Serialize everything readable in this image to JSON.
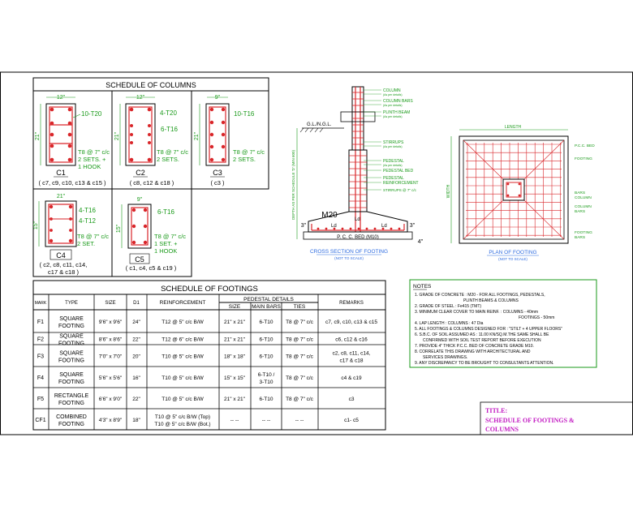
{
  "colors": {
    "frame": "#000000",
    "bar": "#d9262a",
    "annotation_green": "#1a9a1a",
    "title_magenta": "#c218c2",
    "ties": "#d9262a"
  },
  "columns": {
    "title": "SCHEDULE OF COLUMNS",
    "c1": {
      "dim_w": "12\"",
      "dim_d": "21\"",
      "bars": "10-T20",
      "ties": "T8 @ 7\" c/c",
      "extra": "2 SETS. +",
      "hook": "1 HOOK",
      "name": "C1",
      "locations": "( c7, c9, c10, c13 & c15 )"
    },
    "c2": {
      "dim_w": "12\"",
      "dim_d": "21\"",
      "bars": "4-T20",
      "bars2": "6-T16",
      "ties": "T8 @ 7\" c/c",
      "extra": "2 SETS.",
      "name": "C2",
      "locations": "( c8, c12 & c18 )"
    },
    "c3": {
      "dim_w": "9\"",
      "dim_d": "21\"",
      "bars": "10-T16",
      "ties": "T8 @ 7\" c/c",
      "extra": "2 SETS.",
      "name": "C3",
      "locations": "( c3 )"
    },
    "c4": {
      "dim_w": "21\"",
      "dim_d": "15\"",
      "bars": "4-T16",
      "bars2": "4-T12",
      "ties": "T8 @ 7\" c/c",
      "extra": "2 SET.",
      "name": "C4",
      "locations": "( c2, c8, c11, c14,",
      "locations2": "c17 & c18 )"
    },
    "c5": {
      "dim_w": "9\"",
      "dim_d": "15\"",
      "bars": "6-T16",
      "ties": "T8 @ 7\" c/c",
      "extra": "1 SET. +",
      "hook": "1 HOOK",
      "name": "C5",
      "locations": "( c1, c4, c5 & c19 )"
    }
  },
  "footings": {
    "title": "SCHEDULE OF FOOTINGS",
    "headers": {
      "mark": "MARK",
      "type": "TYPE",
      "size": "SIZE",
      "d1": "D1",
      "reinf": "REINFORCEMENT",
      "pedestal": "PEDESTAL DETAILS",
      "psize": "SIZE",
      "mainbars": "MAIN BARS",
      "ties": "TIES",
      "remarks": "REMARKS"
    },
    "rows": [
      {
        "mark": "F1",
        "type1": "SQUARE",
        "type2": "FOOTING",
        "size": "9'6\" x 9'6\"",
        "d1": "24\"",
        "reinf": "T12 @ 5\" c/c B/W",
        "reinf2": "",
        "psize": "21\" x 21\"",
        "main": "6-T10",
        "main2": "",
        "ties": "T8 @ 7\" c/c",
        "remarks": "c7, c9, c10, c13 & c15"
      },
      {
        "mark": "F2",
        "type1": "SQUARE",
        "type2": "FOOTING",
        "size": "8'6\" x 8'6\"",
        "d1": "22\"",
        "reinf": "T12 @ 6\" c/c B/W",
        "reinf2": "",
        "psize": "21\" x 21\"",
        "main": "6-T10",
        "main2": "",
        "ties": "T8 @ 7\" c/c",
        "remarks": "c6, c12 & c16"
      },
      {
        "mark": "F3",
        "type1": "SQUARE",
        "type2": "FOOTING",
        "size": "7'0\" x 7'0\"",
        "d1": "20\"",
        "reinf": "T10 @ 5\" c/c B/W",
        "reinf2": "",
        "psize": "18\" x 18\"",
        "main": "6-T10",
        "main2": "",
        "ties": "T8 @ 7\" c/c",
        "remarks": "c2, c8, c11, c14,",
        "remarks2": "c17 & c18"
      },
      {
        "mark": "F4",
        "type1": "SQUARE",
        "type2": "FOOTING",
        "size": "5'6\" x 5'6\"",
        "d1": "16\"",
        "reinf": "T10 @ 5\" c/c B/W",
        "reinf2": "",
        "psize": "15\" x 15\"",
        "main": "6-T10 /",
        "main2": "3-T10",
        "ties": "T8 @ 7\" c/c",
        "remarks": "c4 & c19"
      },
      {
        "mark": "F5",
        "type1": "RECTANGLE",
        "type2": "FOOTING",
        "size": "6'6\" x 9'0\"",
        "d1": "22\"",
        "reinf": "T10 @ 5\" c/c B/W",
        "reinf2": "",
        "psize": "21\" x 21\"",
        "main": "6-T10",
        "main2": "",
        "ties": "T8 @ 7\" c/c",
        "remarks": "c3"
      },
      {
        "mark": "CF1",
        "type1": "COMBINED",
        "type2": "FOOTING",
        "size": "4'3\" x 8'9\"",
        "d1": "18\"",
        "reinf": "T10 @ 5\" c/c B/W (Top)",
        "reinf2": "T10 @ 5\" c/c B/W (Bot.)",
        "psize": "-- --",
        "main": "-- --",
        "main2": "",
        "ties": "-- --",
        "remarks": "c1- c5"
      }
    ]
  },
  "section": {
    "title": "CROSS SECTION OF FOOTING",
    "scale": "(NOT TO SCALE)",
    "labels": [
      "COLUMN",
      "(As per details)",
      "COLUMN BARS",
      "(As per details)",
      "PLINTH BEAM",
      "(As per details)",
      "G.L./N.G.L.",
      "STIRRUPS",
      "(As per details)",
      "PEDESTAL",
      "(As per details)",
      "PEDESTAL BED",
      "PEDESTAL",
      "REINFORCEMENT",
      "STIRRUPS @ 7\" c/c"
    ],
    "gl": "G.L./N.G.L.",
    "grade": "M20",
    "pcc": "P. C. C. BED (M10)",
    "dim3a": "3\"",
    "dim3b": "3\"",
    "dim4": "4\"",
    "ld1": "Ld",
    "ld2": "Ld",
    "ld3": "Ld",
    "vtext": "DEPTH AS PER SCHEDULE 'D' (MIN 600)"
  },
  "plan": {
    "title": "PLAN OF FOOTING",
    "scale": "(NOT TO SCALE)",
    "length": "LENGTH",
    "width": "WIDTH",
    "labels": [
      "P.C.C. BED",
      "FOOTING",
      "BARS",
      "COLUMN",
      "COLUMN",
      "BARS",
      "FOOTING",
      "BARS"
    ]
  },
  "notes": {
    "heading": "NOTES",
    "items": [
      "1.  GRADE OF CONCRETE  : M20 - FOR ALL FOOTINGS, PEDESTALS,",
      "PLINTH BEAMS & COLUMNS",
      "2.  GRADE OF STEEL        : Fe415 (TMT)",
      "3.  MINIMUM CLEAR COVER TO MAIN REINF.  :   COLUMNS  - 40mm",
      "FOOTINGS  - 50mm",
      "4.  LAP LENGTH       :    COLUMNS   :  47 Dia",
      "5.  ALL FOOTINGS & COLUMNS DESIGNED FOR : \"STILT + 4 UPPER FLOORS\"",
      "6.  S.B.C. OF SOIL  ASSUMED AS : 11.00  KN/SQ.M.THE SAME SHALL BE",
      "CONFIRMED WITH SOIL TEST REPORT BEFORE EXECUTION",
      "7.  PROVIDE 4\" THICK P.C.C. BED OF CONCRETE GRADE M10.",
      "8.  CORRELATE THIS DRAWING WITH ARCHITECTURAL AND",
      "SERVICES DRAWINGS.",
      "9.  ANY DISCREPANCY TO BE BROUGHT TO CONSULTANTS ATTENTION."
    ]
  },
  "titleblock": {
    "label": "TITLE:",
    "line1": "SCHEDULE OF FOOTINGS &",
    "line2": "COLUMNS"
  }
}
